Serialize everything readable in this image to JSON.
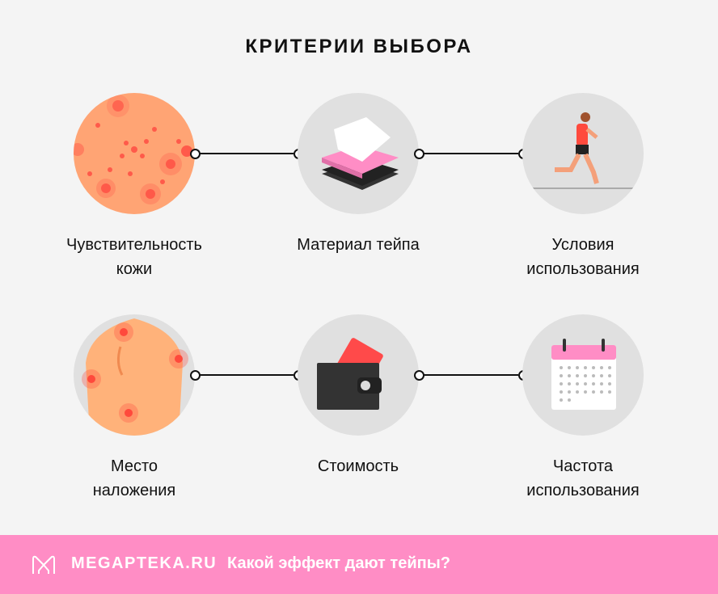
{
  "title": "КРИТЕРИИ ВЫБОРА",
  "criteria": [
    {
      "line1": "Чувствительность",
      "line2": "кожи",
      "icon": "skin-rash-icon"
    },
    {
      "line1": "Материал тейпа",
      "line2": "",
      "icon": "tape-layers-icon"
    },
    {
      "line1": "Условия",
      "line2": "использования",
      "icon": "runner-icon"
    },
    {
      "line1": "Место",
      "line2": "наложения",
      "icon": "back-body-icon"
    },
    {
      "line1": "Стоимость",
      "line2": "",
      "icon": "wallet-icon"
    },
    {
      "line1": "Частота",
      "line2": "использования",
      "icon": "calendar-icon"
    }
  ],
  "footer": {
    "brand": "MEGAPTEKA.RU",
    "text": "Какой эффект дают тейпы?",
    "background": "#ff8dc5"
  }
}
